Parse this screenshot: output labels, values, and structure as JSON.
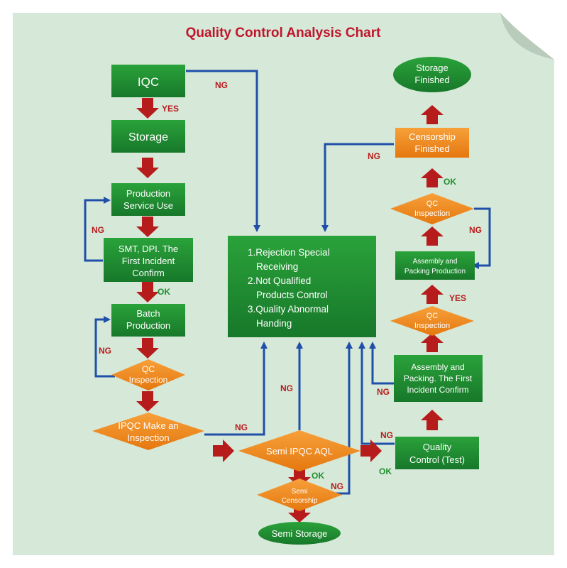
{
  "title": "Quality Control Analysis Chart",
  "colors": {
    "background": "#d6e8d8",
    "green_box": "#1f8f2e",
    "orange_box": "#f28a1a",
    "arrow_red": "#b71c1c",
    "arrow_blue": "#1f4fa8",
    "title": "#c0152a",
    "label_ng": "#b71c1c",
    "label_ok": "#1f8f2e"
  },
  "nodes": {
    "iqc": "IQC",
    "storage": "Storage",
    "production_service": [
      "Production",
      "Service Use"
    ],
    "smt": [
      "SMT, DPI. The",
      "First Incident",
      "Confirm"
    ],
    "batch": [
      "Batch",
      "Production"
    ],
    "qc_inspection_left": [
      "QC",
      "Inspection"
    ],
    "ipqc": [
      "IPQC Make an",
      "Inspection"
    ],
    "center_box": [
      "1.Rejection Special",
      "Receiving",
      "2.Not Qualified",
      "Products Control",
      "3.Quality Abnormal",
      "Handing"
    ],
    "semi_ipqc": "Semi IPQC AQL",
    "semi_censorship": [
      "Semi",
      "Censorship"
    ],
    "semi_storage": "Semi Storage",
    "quality_control": [
      "Quality",
      "Control (Test)"
    ],
    "assembly_first": [
      "Assembly and",
      "Packing. The First",
      "Incident Confirm"
    ],
    "qc_inspection_r1": [
      "QC",
      "Inspection"
    ],
    "assembly_production": [
      "Assembly and",
      "Packing Production"
    ],
    "qc_inspection_r2": [
      "QC",
      "Inspection"
    ],
    "censorship_finished": [
      "Censorship",
      "Finished"
    ],
    "storage_finished": [
      "Storage",
      "Finished"
    ]
  },
  "labels": {
    "yes_1": "YES",
    "ng_iqc": "NG",
    "ng_prod": "NG",
    "ok_smt": "OK",
    "ng_batch": "NG",
    "ng_ipqc": "NG",
    "ng_semi_ipqc": "NG",
    "ok_semi": "OK",
    "ng_semi_cens": "NG",
    "ng_qct": "NG",
    "ok_qct": "OK",
    "ng_assembly": "NG",
    "yes_2": "YES",
    "ng_qc_r2": "NG",
    "ok_qc_r2": "OK",
    "ng_censorship": "NG"
  }
}
